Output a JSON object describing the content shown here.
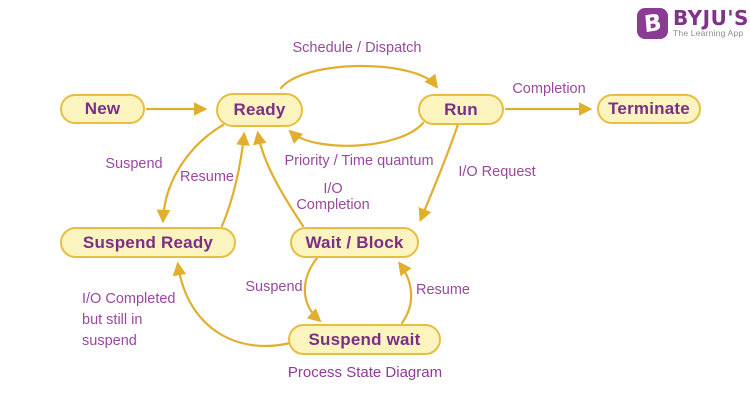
{
  "title": "Process State Diagram",
  "logo": {
    "icon_letter": "B",
    "brand": "BYJU'S",
    "tagline": "The Learning App"
  },
  "colors": {
    "node_fill": "#FBF4BE",
    "node_border": "#E7BE42",
    "node_text": "#7C2E86",
    "arrow": "#E1AE2E",
    "edge_label_text": "#99489E",
    "logo_purple": "#8B3B94",
    "background": "#FFFFFF"
  },
  "diagram": {
    "type": "state-diagram",
    "nodes": [
      {
        "id": "new",
        "label": "New"
      },
      {
        "id": "ready",
        "label": "Ready"
      },
      {
        "id": "run",
        "label": "Run"
      },
      {
        "id": "terminate",
        "label": "Terminate"
      },
      {
        "id": "suspend-ready",
        "label": "Suspend Ready"
      },
      {
        "id": "wait-block",
        "label": "Wait / Block"
      },
      {
        "id": "suspend-wait",
        "label": "Suspend wait"
      }
    ],
    "edges": [
      {
        "from": "new",
        "to": "ready",
        "label": ""
      },
      {
        "from": "ready",
        "to": "run",
        "label": "Schedule / Dispatch"
      },
      {
        "from": "run",
        "to": "terminate",
        "label": "Completion"
      },
      {
        "from": "run",
        "to": "ready",
        "label": "Priority / Time quantum"
      },
      {
        "from": "run",
        "to": "wait-block",
        "label": "I/O Request"
      },
      {
        "from": "wait-block",
        "to": "ready",
        "label": "I/O Completion"
      },
      {
        "from": "ready",
        "to": "suspend-ready",
        "label": "Suspend"
      },
      {
        "from": "suspend-ready",
        "to": "ready",
        "label": "Resume"
      },
      {
        "from": "wait-block",
        "to": "suspend-wait",
        "label": "Suspend"
      },
      {
        "from": "suspend-wait",
        "to": "wait-block",
        "label": "Resume"
      },
      {
        "from": "suspend-wait",
        "to": "suspend-ready",
        "label": "I/O Completed but still in suspend"
      }
    ]
  }
}
